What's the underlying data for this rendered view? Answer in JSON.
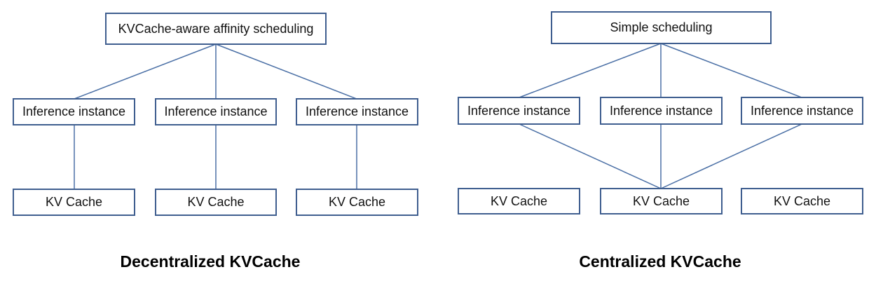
{
  "colors": {
    "box_border": "#3f5e8f",
    "connector": "#4a6fa5",
    "text": "#111111"
  },
  "left": {
    "scheduler": "KVCache-aware affinity scheduling",
    "instances": [
      "Inference instance",
      "Inference instance",
      "Inference instance"
    ],
    "caches": [
      "KV Cache",
      "KV Cache",
      "KV Cache"
    ],
    "caption": "Decentralized KVCache"
  },
  "right": {
    "scheduler": "Simple scheduling",
    "instances": [
      "Inference instance",
      "Inference instance",
      "Inference instance"
    ],
    "caches": [
      "KV Cache",
      "KV Cache",
      "KV Cache"
    ],
    "caption": "Centralized KVCache"
  }
}
